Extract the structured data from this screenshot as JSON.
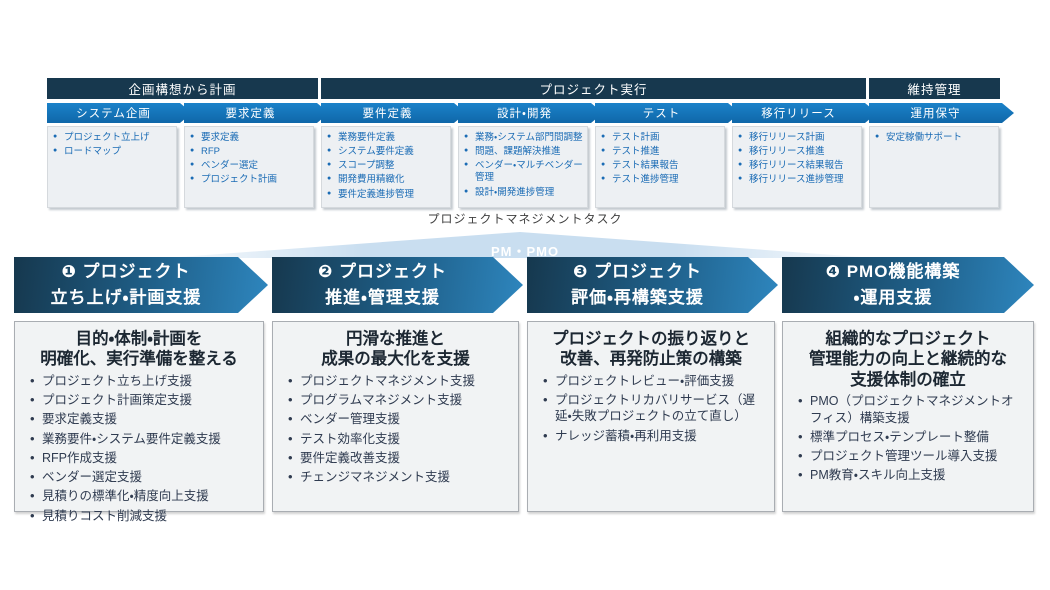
{
  "colors": {
    "header_dark": "#17384e",
    "phase_arrow_blue": "#1273ba",
    "task_text_blue": "#1b6cb5",
    "task_box_bg": "#edf0f3",
    "funnel_light_blue": "#c9def0",
    "service_arrow_gradient_start": "#16384e",
    "service_arrow_gradient_end": "#2e86be",
    "service_box_bg": "#f1f3f4",
    "heading_text": "#1c2732"
  },
  "top": {
    "headers": [
      {
        "label": "企画構想から計画"
      },
      {
        "label": "プロジェクト実行"
      },
      {
        "label": "維持管理"
      }
    ],
    "columns": [
      {
        "label": "システム企画",
        "items": [
          "プロジェクト立上げ",
          "ロードマップ"
        ]
      },
      {
        "label": "要求定義",
        "items": [
          "要求定義",
          "RFP",
          "ベンダー選定",
          "プロジェクト計画"
        ]
      },
      {
        "label": "要件定義",
        "items": [
          "業務要件定義",
          "システム要件定義",
          "スコープ調整",
          "開発費用精緻化",
          "要件定義進捗管理"
        ]
      },
      {
        "label": "設計・開発",
        "items": [
          "業務・システム部門間調整",
          "問題、課題解決推進",
          "ベンダー・マルチベンダー管理",
          "設計・開発進捗管理"
        ]
      },
      {
        "label": "テスト",
        "items": [
          "テスト計画",
          "テスト推進",
          "テスト結果報告",
          "テスト進捗管理"
        ]
      },
      {
        "label": "移行リリース",
        "items": [
          "移行リリース計画",
          "移行リリース推進",
          "移行リリース結果報告",
          "移行リリース進捗管理"
        ]
      },
      {
        "label": "運用保守",
        "items": [
          "安定稼働サポート"
        ]
      }
    ]
  },
  "middle": {
    "task_label": "プロジェクトマネジメントタスク",
    "funnel_label": "PM・PMO"
  },
  "services": [
    {
      "title_line1": "❶ プロジェクト",
      "title_line2": "立ち上げ・計画支援",
      "heading": "目的・体制・計画を\n明確化、実行準備を整える",
      "items": [
        "プロジェクト立ち上げ支援",
        "プロジェクト計画策定支援",
        "要求定義支援",
        "業務要件・システム要件定義支援",
        "RFP作成支援",
        "ベンダー選定支援",
        "見積りの標準化・精度向上支援",
        "見積りコスト削減支援"
      ]
    },
    {
      "title_line1": "❷ プロジェクト",
      "title_line2": "推進・管理支援",
      "heading": "円滑な推進と\n成果の最大化を支援",
      "items": [
        "プロジェクトマネジメント支援",
        "プログラムマネジメント支援",
        "ベンダー管理支援",
        "テスト効率化支援",
        "要件定義改善支援",
        "チェンジマネジメント支援"
      ]
    },
    {
      "title_line1": "❸ プロジェクト",
      "title_line2": "評価・再構築支援",
      "heading": "プロジェクトの振り返りと\n改善、再発防止策の構築",
      "items": [
        "プロジェクトレビュー・評価支援",
        "プロジェクトリカバリサービス（遅延・失敗プロジェクトの立て直し）",
        "ナレッジ蓄積・再利用支援"
      ]
    },
    {
      "title_line1": "❹ PMO機能構築",
      "title_line2": "・運用支援",
      "heading": "組織的なプロジェクト\n管理能力の向上と継続的な\n支援体制の確立",
      "items": [
        "PMO（プロジェクトマネジメントオフィス）構築支援",
        "標準プロセス・テンプレート整備",
        "プロジェクト管理ツール導入支援",
        "PM教育・スキル向上支援"
      ]
    }
  ]
}
